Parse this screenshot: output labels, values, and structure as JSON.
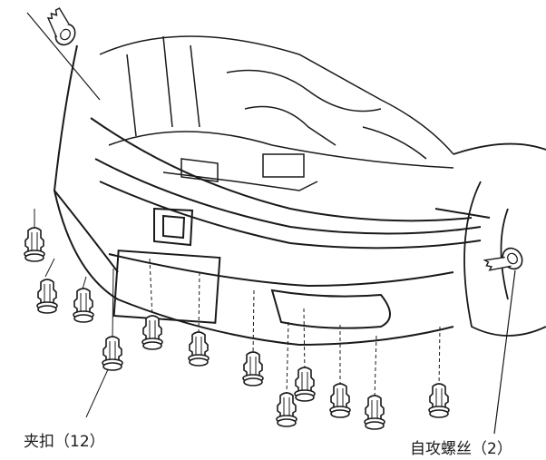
{
  "labels": {
    "clip": "夹扣（12）",
    "screw": "自攻螺丝（2）"
  },
  "colors": {
    "line": "#1a1a1a",
    "background": "#ffffff"
  },
  "parts": {
    "clip_count": 12,
    "screw_count": 2
  }
}
